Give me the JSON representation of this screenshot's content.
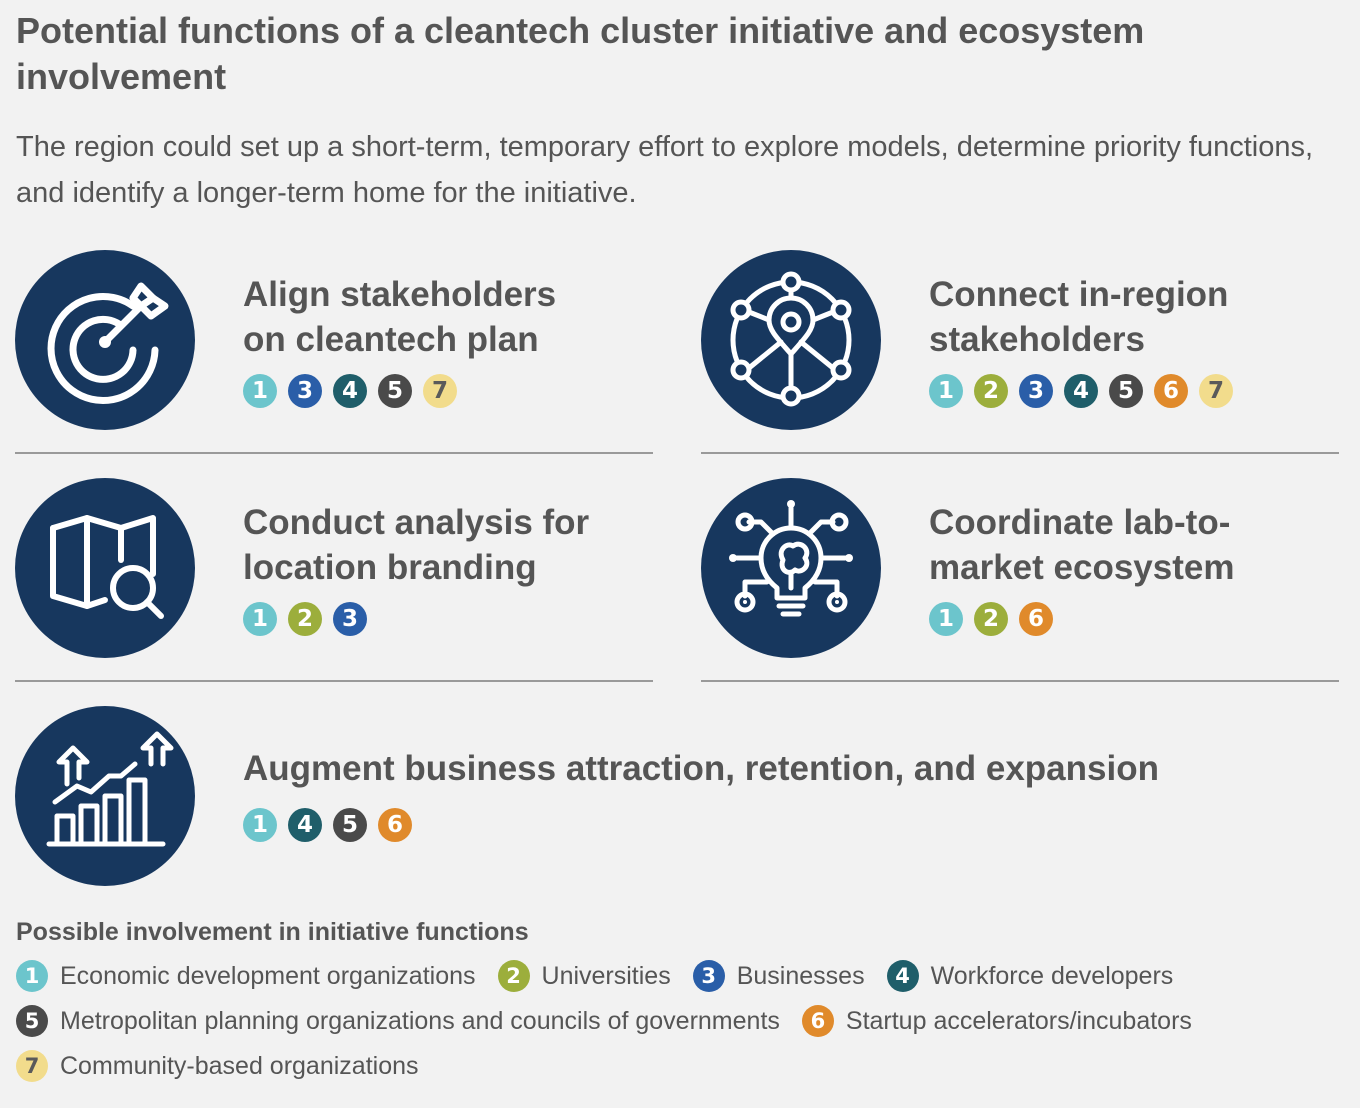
{
  "title": "Potential functions of a cleantech cluster initiative and ecosystem involvement",
  "subtitle": "The region could set up a short-term, temporary effort to explore models, determine priority functions, and identify a longer-term home for the initiative.",
  "functions": [
    {
      "title_line1": "Align stakeholders",
      "title_line2": "on cleantech plan",
      "icon": "target-icon",
      "badges": [
        "1",
        "3",
        "4",
        "5",
        "7"
      ]
    },
    {
      "title_line1": "Connect in-region",
      "title_line2": "stakeholders",
      "icon": "network-pin-icon",
      "badges": [
        "1",
        "2",
        "3",
        "4",
        "5",
        "6",
        "7"
      ]
    },
    {
      "title_line1": "Conduct analysis for",
      "title_line2": "location branding",
      "icon": "map-search-icon",
      "badges": [
        "1",
        "2",
        "3"
      ]
    },
    {
      "title_line1": "Coordinate lab-to-",
      "title_line2": "market ecosystem",
      "icon": "lightbulb-circuit-icon",
      "badges": [
        "1",
        "2",
        "6"
      ]
    },
    {
      "title_line1": "Augment business attraction, retention, and expansion",
      "title_line2": "",
      "icon": "growth-chart-icon",
      "badges": [
        "1",
        "4",
        "5",
        "6"
      ]
    }
  ],
  "legend": {
    "heading": "Possible involvement in initiative functions",
    "items": [
      {
        "num": "1",
        "label": "Economic development organizations",
        "color": "#6cc5cc"
      },
      {
        "num": "2",
        "label": "Universities",
        "color": "#9cae3c"
      },
      {
        "num": "3",
        "label": "Businesses",
        "color": "#2a5ea8"
      },
      {
        "num": "4",
        "label": "Workforce developers",
        "color": "#1f5e6a"
      },
      {
        "num": "5",
        "label": "Metropolitan planning organizations and councils of governments",
        "color": "#4a4a4a"
      },
      {
        "num": "6",
        "label": "Startup accelerators/incubators",
        "color": "#e08a2b"
      },
      {
        "num": "7",
        "label": "Community-based organizations",
        "color": "#f2dc8c"
      }
    ]
  },
  "colors": {
    "icon_bg": "#17375e",
    "text": "#555555",
    "background": "#f2f2f2"
  }
}
